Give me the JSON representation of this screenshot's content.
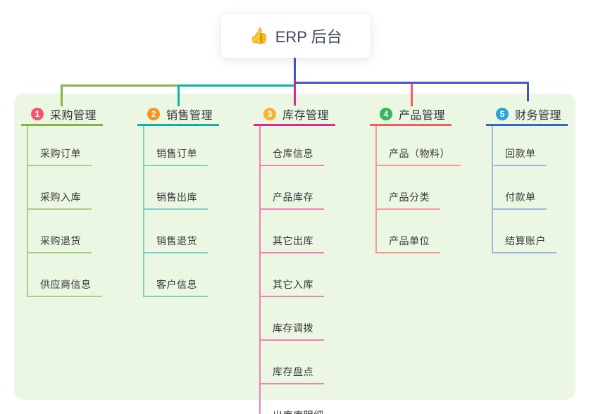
{
  "root": {
    "emoji": "👍",
    "emoji_name": "thumbs-up-icon",
    "label": "ERP 后台"
  },
  "colors": {
    "panel_bg": "#ebf6e3",
    "green": "#82b541",
    "teal": "#10b3a3",
    "blue": "#4156c6",
    "magenta": "#d62c93",
    "red": "#f25c63",
    "root_text": "#3d4757"
  },
  "branches": [
    {
      "num": "1",
      "label": "采购管理",
      "badge_color": "#f2566b",
      "line_color": "#82b541",
      "child_line_color": "#a9cf85",
      "children": [
        "采购订单",
        "采购入库",
        "采购退货",
        "供应商信息"
      ]
    },
    {
      "num": "2",
      "label": "销售管理",
      "badge_color": "#f7941e",
      "line_color": "#10b3a3",
      "child_line_color": "#7fd1c6",
      "children": [
        "销售订单",
        "销售出库",
        "销售退货",
        "客户信息"
      ]
    },
    {
      "num": "3",
      "label": "库存管理",
      "badge_color": "#f9b232",
      "line_color": "#d62c93",
      "child_line_color": "#ee82b6",
      "children": [
        "仓库信息",
        "产品库存",
        "其它出库",
        "其它入库",
        "库存调拨",
        "库存盘点",
        "出库库明细"
      ]
    },
    {
      "num": "4",
      "label": "产品管理",
      "badge_color": "#35b65c",
      "line_color": "#f25c5c",
      "child_line_color": "#f59b98",
      "children": [
        "产品（物料）",
        "产品分类",
        "产品单位"
      ]
    },
    {
      "num": "5",
      "label": "财务管理",
      "badge_color": "#2ba4de",
      "line_color": "#3a63c8",
      "child_line_color": "#9fb6e2",
      "children": [
        "回款单",
        "付款单",
        "结算账户"
      ]
    }
  ]
}
